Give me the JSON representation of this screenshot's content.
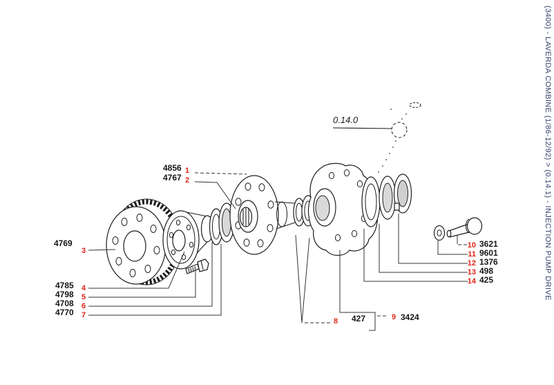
{
  "colors": {
    "index_red": "#e02417",
    "ink": "#1c1c1c",
    "breadcrumb_blue": "#36426b"
  },
  "breadcrumb": {
    "text": "(3400) - LAVERDA COMBINE (1/86-12/92) > (0.14.1) - INJECTION PUMP DRIVE"
  },
  "diagram": {
    "detail_ref": "0.14.0",
    "callouts": [
      {
        "index": "1",
        "part": "4856"
      },
      {
        "index": "2",
        "part": "4767"
      },
      {
        "index": "3",
        "part": "4769"
      },
      {
        "index": "4",
        "part": "4785"
      },
      {
        "index": "5",
        "part": "4798"
      },
      {
        "index": "6",
        "part": "4708"
      },
      {
        "index": "7",
        "part": "4770"
      },
      {
        "index": "8",
        "part": "427"
      },
      {
        "index": "9",
        "part": "3424"
      },
      {
        "index": "10",
        "part": "3621"
      },
      {
        "index": "11",
        "part": "9601"
      },
      {
        "index": "12",
        "part": "1376"
      },
      {
        "index": "13",
        "part": "498"
      },
      {
        "index": "14",
        "part": "425"
      }
    ]
  }
}
